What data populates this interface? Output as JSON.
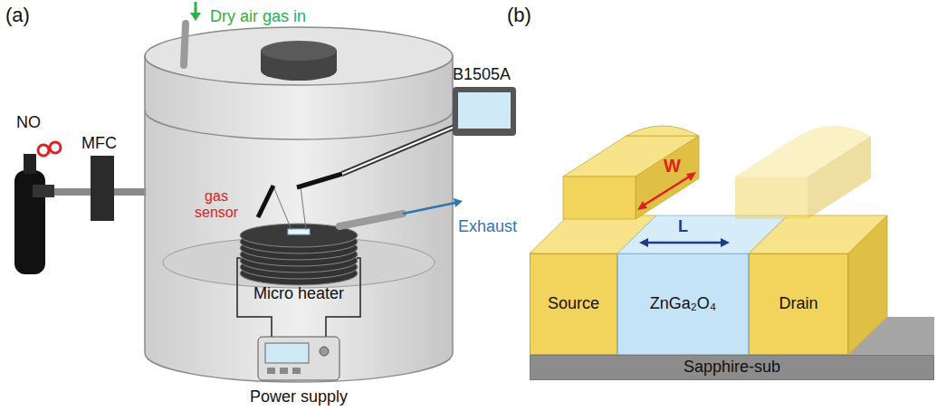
{
  "diagram": {
    "nodes": [
      {
        "text": [
          "Source"
        ]
      },
      {
        "text": [
          "ZnGa₂O₄"
        ]
      },
      {
        "text": [
          "Drain"
        ]
      },
      {
        "text": [
          "Sapphire-sub"
        ]
      }
    ],
    "labels": [
      "(a)",
      "Dry air gas in",
      "NO",
      "MFC",
      "B1505A",
      "gas sensor",
      "Exhaust",
      "Micro heater",
      "Power supply",
      "(b)",
      "W",
      "L"
    ]
  }
}
